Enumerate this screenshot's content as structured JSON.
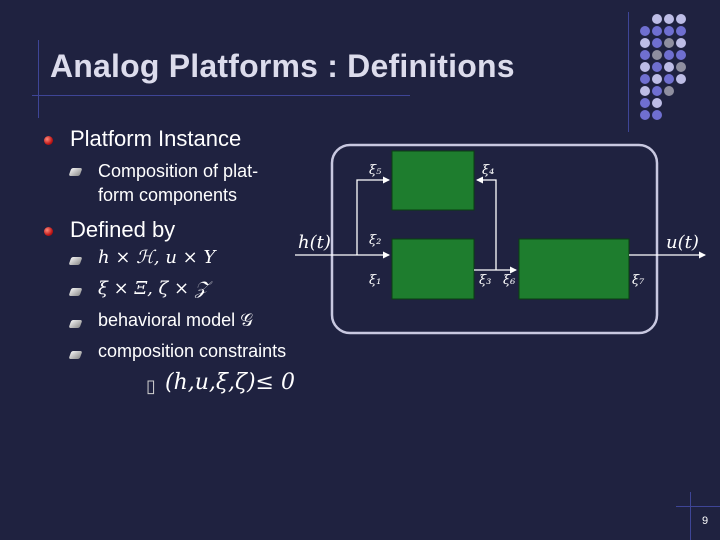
{
  "title": "Analog Platforms : Definitions",
  "bullets": {
    "platform_instance": "Platform Instance",
    "composition_line1": "Composition of plat-",
    "composition_line2": "form components",
    "defined_by": "Defined by",
    "sets1": "h × ℋ, u × Y",
    "sets2": "ξ × Ξ, ζ × 𝒵",
    "behavioral": "behavioral model 𝒢",
    "composition_constraints": "composition constraints"
  },
  "constraint": {
    "box": "▯",
    "expr": "(h,u,ξ,ζ)≤ 0"
  },
  "diagram": {
    "input": "h(t)",
    "output": "u(t)",
    "xi1": "ξ₁",
    "xi2": "ξ₂",
    "xi3": "ξ₃",
    "xi4": "ξ₄",
    "xi5": "ξ₅",
    "xi6": "ξ₆",
    "xi7": "ξ₇"
  },
  "colors": {
    "background": "#1f2240",
    "accent_line": "#3e4596",
    "block_fill": "#1e7d2e",
    "frame": "#c8c8e0"
  },
  "page_number": "9"
}
